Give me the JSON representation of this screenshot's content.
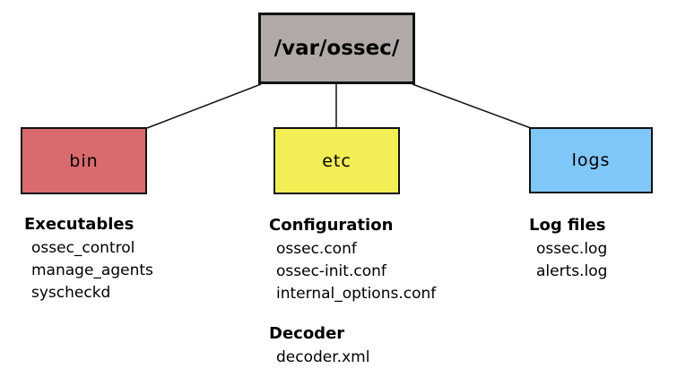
{
  "diagram": {
    "root": {
      "label": "/var/ossec/",
      "bg": "#b0a9a7"
    },
    "nodes": [
      {
        "id": "bin",
        "label": "bin",
        "bg": "#d96b6e",
        "sections": [
          {
            "title": "Executables",
            "items": [
              "ossec_control",
              "manage_agents",
              "syscheckd"
            ]
          }
        ]
      },
      {
        "id": "etc",
        "label": "etc",
        "bg": "#f2ee55",
        "sections": [
          {
            "title": "Configuration",
            "items": [
              "ossec.conf",
              "ossec-init.conf",
              "internal_options.conf"
            ]
          },
          {
            "title": "Decoder",
            "items": [
              "decoder.xml"
            ]
          }
        ]
      },
      {
        "id": "logs",
        "label": "logs",
        "bg": "#7fc6f9",
        "sections": [
          {
            "title": "Log files",
            "items": [
              "ossec.log",
              "alerts.log"
            ]
          }
        ]
      }
    ],
    "colors": {
      "border": "#111111",
      "line": "#111111",
      "background": "#ffffff"
    }
  }
}
